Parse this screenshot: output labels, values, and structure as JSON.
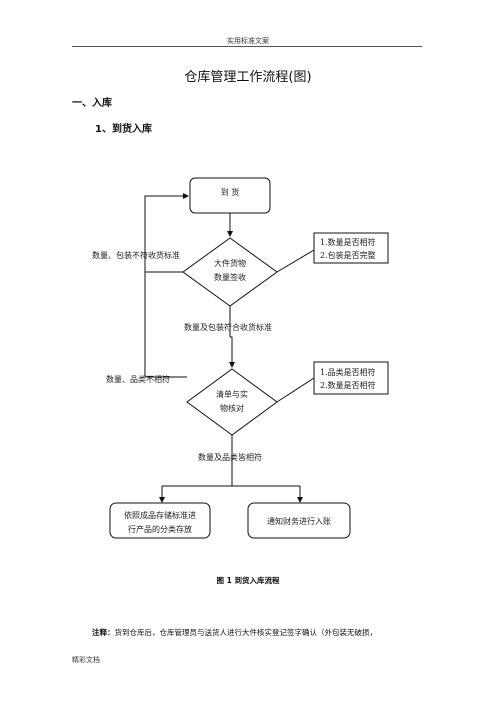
{
  "header": {
    "text": "实用标准文案"
  },
  "title": "仓库管理工作流程(图)",
  "section1": {
    "heading": "一、入库"
  },
  "section1_1": {
    "heading": "1、到货入库"
  },
  "flow": {
    "arrive": "到  货",
    "check1": {
      "line1": "大件货物",
      "line2": "数量签收"
    },
    "note1": {
      "line1": "1.数量是否相符",
      "line2": "2.包装是否完整"
    },
    "reject1": "数量、包装不符收货标准",
    "pass1": "数量及包装符合收货标准",
    "check2": {
      "line1": "清单与实",
      "line2": "物核对"
    },
    "note2": {
      "line1": "1.品类是否相符",
      "line2": "2.数量是否相符"
    },
    "reject2": "数量、品类不相符",
    "pass2": "数量及品类皆相符",
    "store": {
      "line1": "依照成品存储标准进",
      "line2": "行产品的分类存放"
    },
    "finance": "通知财务进行入账"
  },
  "caption": "图 1   到货入库流程",
  "note": {
    "label": "注释：",
    "text": "货到仓库后，仓库管理员与送货人进行大件核实登记签字确认（外包装无破损，"
  },
  "footer": {
    "text": "精彩文档"
  }
}
